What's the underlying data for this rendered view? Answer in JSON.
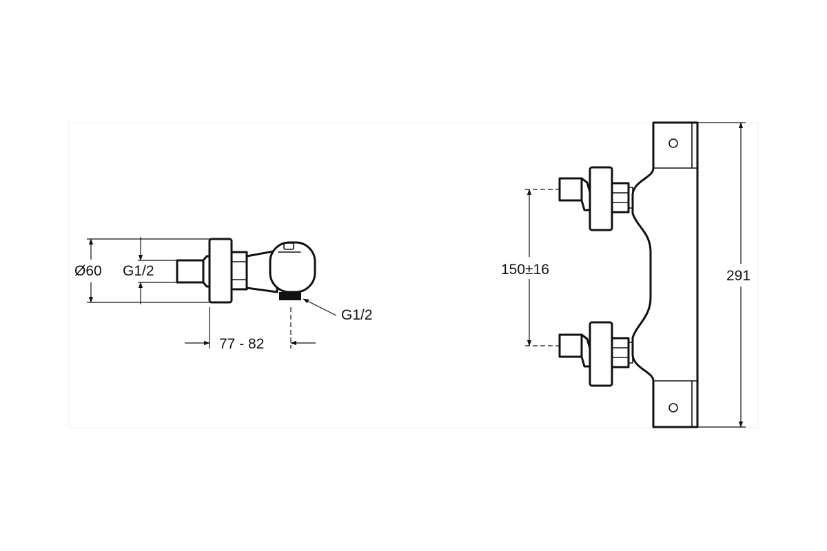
{
  "side_view": {
    "diameter_label": "Ø60",
    "inlet_thread_label": "G1/2",
    "outlet_thread_label": "G1/2",
    "depth_range_label": "77 - 82"
  },
  "front_view": {
    "center_distance_label": "150±16",
    "height_label": "291"
  }
}
